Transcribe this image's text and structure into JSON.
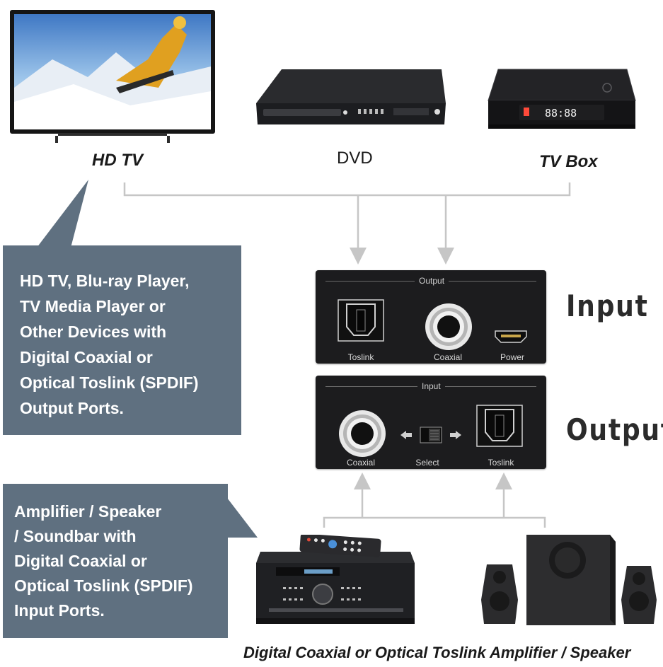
{
  "devices": {
    "hdtv_label": "HD TV",
    "dvd_label": "DVD",
    "tvbox_label": "TV Box",
    "tvbox_display": "88:88"
  },
  "source_callout": {
    "lines": [
      "HD TV, Blu-ray Player,",
      "TV Media Player or",
      "Other Devices with",
      "Digital Coaxial or",
      "Optical Toslink (SPDIF)",
      "Output Ports."
    ]
  },
  "sink_callout": {
    "lines": [
      "Amplifier / Speaker",
      "/ Soundbar with",
      "Digital Coaxial or",
      "Optical Toslink (SPDIF)",
      "Input Ports."
    ]
  },
  "input_panel": {
    "side_label": "Input",
    "header": "Output",
    "ports": [
      "Toslink",
      "Coaxial",
      "Power"
    ]
  },
  "output_panel": {
    "side_label": "Output",
    "header": "Input",
    "ports": [
      "Coaxial",
      "Select",
      "Toslink"
    ]
  },
  "bottom_caption": "Digital Coaxial or Optical Toslink Amplifier / Speaker",
  "colors": {
    "callout_bg": "#5f7080",
    "connector": "#c6c6c6",
    "device_body": "#1c1c1e"
  }
}
